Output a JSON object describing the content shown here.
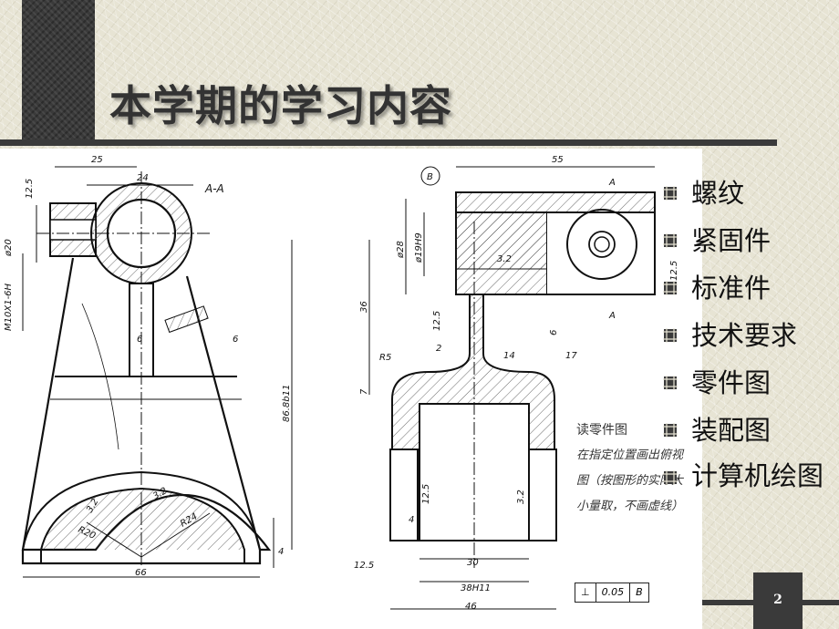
{
  "slide": {
    "title": "本学期的学习内容",
    "page_number": "2"
  },
  "topics": [
    {
      "label": "螺纹"
    },
    {
      "label": "紧固件"
    },
    {
      "label": "标准件"
    },
    {
      "label": "技术要求"
    },
    {
      "label": "零件图"
    },
    {
      "label": "装配图"
    },
    {
      "label": "计算机绘图"
    }
  ],
  "drawing_left": {
    "section_label": "A-A",
    "dims": {
      "d25": "25",
      "d24": "24",
      "d20": "ø20",
      "thread": "M10X1-6H",
      "d6a": "6",
      "d6b": "6",
      "r20": "R20",
      "r24": "R24",
      "d66": "66",
      "d4": "4",
      "d86": "86.8b11",
      "rough_125": "12.5",
      "rough_32a": "3.2",
      "rough_32b": "3.2"
    }
  },
  "drawing_right": {
    "datum": "B",
    "section_mark": "A",
    "dims": {
      "d55": "55",
      "d28": "ø28",
      "d19": "ø19H9",
      "d36": "36",
      "r5": "R5",
      "d7": "7",
      "d2": "2",
      "d14": "14",
      "d17": "17",
      "d6": "6",
      "d4": "4",
      "d30": "30",
      "d38": "38H11",
      "d46": "46",
      "rough_32": "3.2",
      "rough_125a": "12.5",
      "rough_125b": "12.5",
      "rough_125c": "12.5",
      "rough_32b": "3.2",
      "rough_125d": "12.5"
    }
  },
  "note": {
    "title": "读零件图",
    "lines": [
      "在指定位置画出俯视",
      "图（按图形的实际大",
      "小量取，不画虚线）"
    ]
  },
  "tolerance_frame": {
    "symbol": "⊥",
    "value": "0.05",
    "datum": "B"
  },
  "colors": {
    "background": "#e7e4d4",
    "dark_band": "#3a3a3a",
    "bullet": "#3a3a3a"
  },
  "icons": {
    "bullet": "crosshatch-square-bullet-icon"
  }
}
